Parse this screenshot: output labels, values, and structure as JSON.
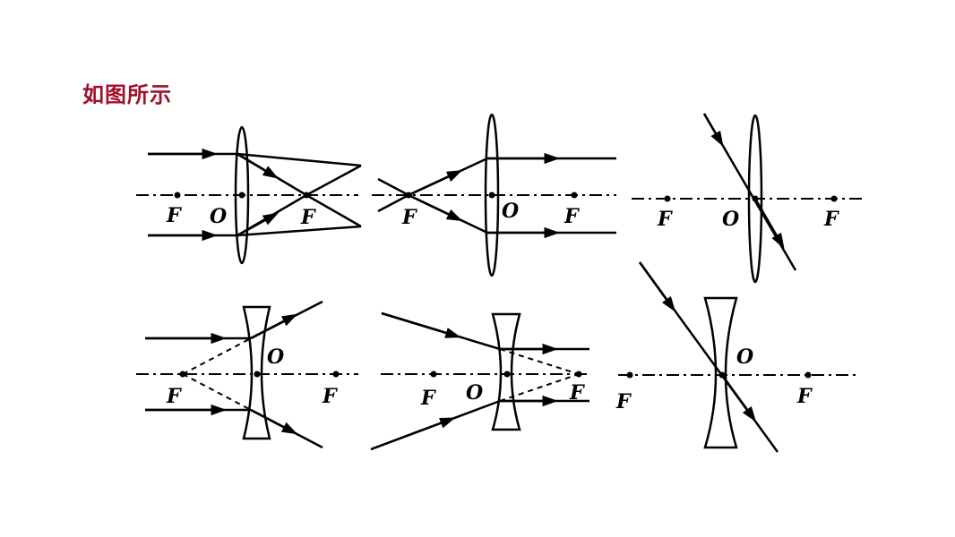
{
  "slide": {
    "title": "如图所示"
  },
  "labels": {
    "focus": "F",
    "center": "O"
  },
  "colors": {
    "title": "#a0102a",
    "ink": "#000000"
  }
}
